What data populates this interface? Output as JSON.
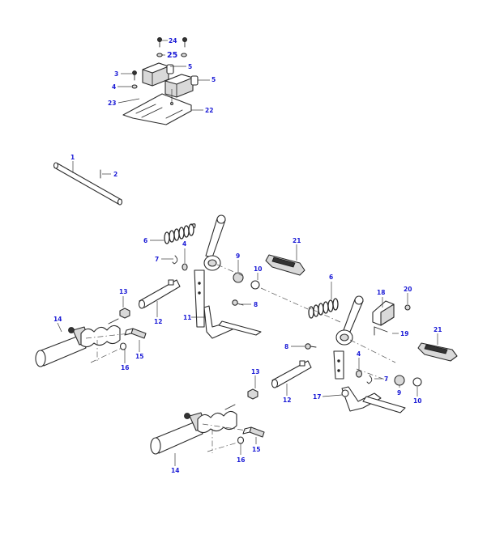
{
  "diagram": {
    "callout_color": "#1a1ad6",
    "line_color": "#2a2a2a",
    "callouts": [
      {
        "id": "c-24",
        "text": "24"
      },
      {
        "id": "c-25",
        "text": "25"
      },
      {
        "id": "c-5a",
        "text": "5"
      },
      {
        "id": "c-5b",
        "text": "5"
      },
      {
        "id": "c-3",
        "text": "3"
      },
      {
        "id": "c-4a",
        "text": "4"
      },
      {
        "id": "c-23",
        "text": "23"
      },
      {
        "id": "c-22",
        "text": "22"
      },
      {
        "id": "c-1",
        "text": "1"
      },
      {
        "id": "c-2",
        "text": "2"
      },
      {
        "id": "c-6a",
        "text": "6"
      },
      {
        "id": "c-4b",
        "text": "4"
      },
      {
        "id": "c-7a",
        "text": "7"
      },
      {
        "id": "c-21a",
        "text": "21"
      },
      {
        "id": "c-9a",
        "text": "9"
      },
      {
        "id": "c-10a",
        "text": "10"
      },
      {
        "id": "c-6b",
        "text": "6"
      },
      {
        "id": "c-13a",
        "text": "13"
      },
      {
        "id": "c-12a",
        "text": "12"
      },
      {
        "id": "c-11",
        "text": "11"
      },
      {
        "id": "c-8a",
        "text": "8"
      },
      {
        "id": "c-18",
        "text": "18"
      },
      {
        "id": "c-20",
        "text": "20"
      },
      {
        "id": "c-19",
        "text": "19"
      },
      {
        "id": "c-14a",
        "text": "14"
      },
      {
        "id": "c-15a",
        "text": "15"
      },
      {
        "id": "c-16a",
        "text": "16"
      },
      {
        "id": "c-8b",
        "text": "8"
      },
      {
        "id": "c-21b",
        "text": "21"
      },
      {
        "id": "c-4c",
        "text": "4"
      },
      {
        "id": "c-7b",
        "text": "7"
      },
      {
        "id": "c-13b",
        "text": "13"
      },
      {
        "id": "c-12b",
        "text": "12"
      },
      {
        "id": "c-17",
        "text": "17"
      },
      {
        "id": "c-9b",
        "text": "9"
      },
      {
        "id": "c-10b",
        "text": "10"
      },
      {
        "id": "c-14b",
        "text": "14"
      },
      {
        "id": "c-16b",
        "text": "16"
      },
      {
        "id": "c-15b",
        "text": "15"
      }
    ]
  }
}
